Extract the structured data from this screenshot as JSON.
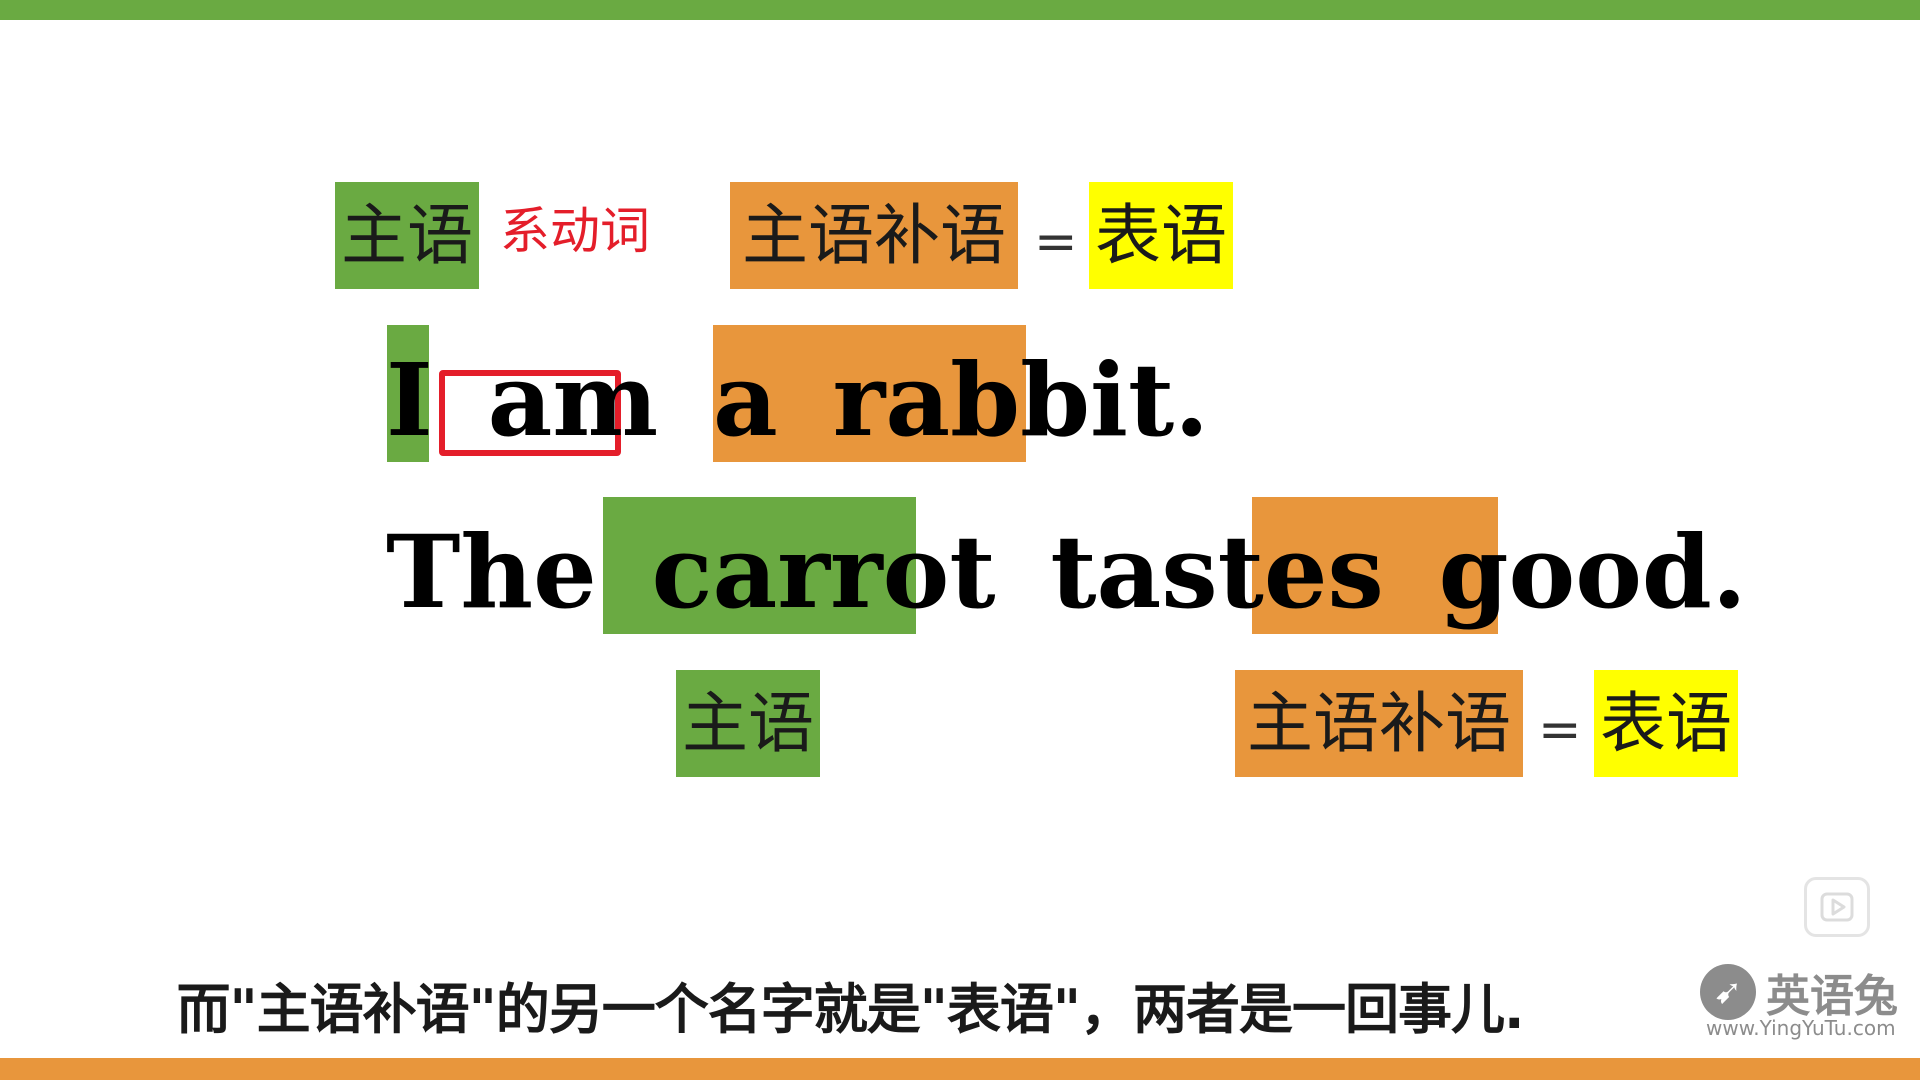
{
  "labels": {
    "subject": "主语",
    "linking_verb": "系动词",
    "subject_complement": "主语补语",
    "equals": "=",
    "predicative": "表语"
  },
  "sentence1": {
    "words": [
      "I",
      "am",
      "a",
      "rabbit",
      "."
    ]
  },
  "sentence2": {
    "words": [
      "The",
      "carrot",
      "tastes",
      "good",
      "."
    ]
  },
  "subtitle": "而\"主语补语\"的另一个名字就是\"表语\"，两者是一回事儿.",
  "watermark": {
    "name": "英语兔",
    "url": "www.YingYuTu.com",
    "icon": "rabbit-logo-icon"
  },
  "player": {
    "icon": "play-icon"
  },
  "colors": {
    "green": "#6aaa42",
    "orange": "#e8963c",
    "yellow": "#ffff00",
    "red": "#e41e2a"
  }
}
